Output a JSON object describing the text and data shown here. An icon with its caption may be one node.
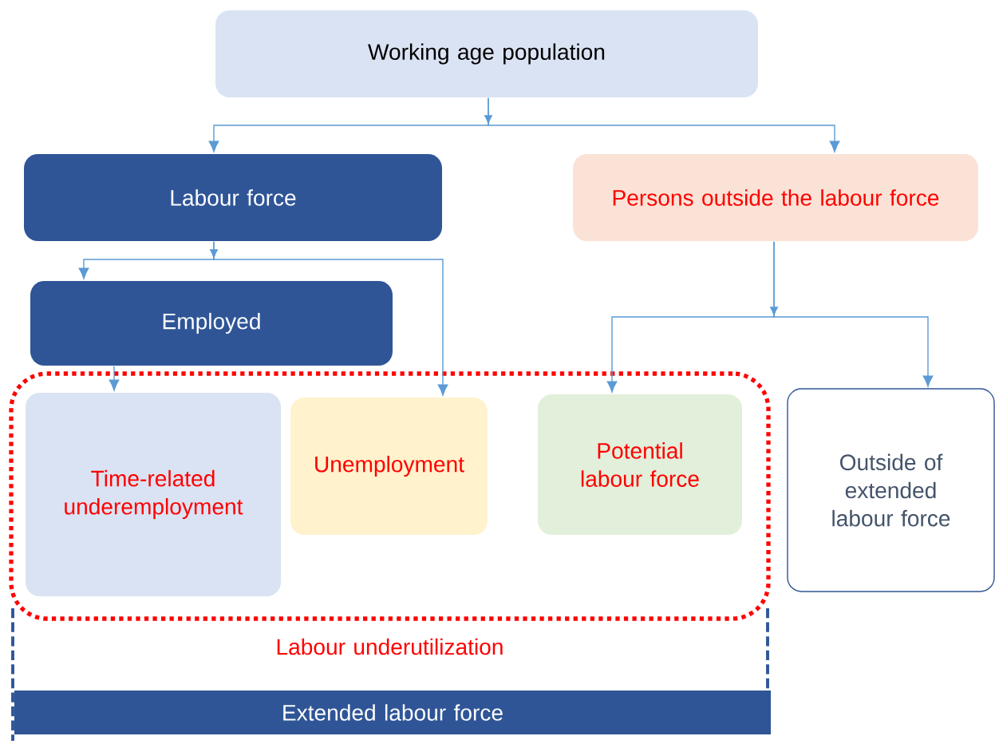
{
  "diagram": {
    "nodes": [
      {
        "text": [
          "Working age population"
        ]
      },
      {
        "text": [
          "Labour force"
        ]
      },
      {
        "text": [
          "Persons outside the labour force"
        ]
      },
      {
        "text": [
          "Employed"
        ]
      },
      {
        "text": [
          "Labour underutilization"
        ]
      },
      {
        "text": [
          "Time-related underemployment"
        ],
        "in": 4
      },
      {
        "text": [
          "Unemployment"
        ],
        "in": 4
      },
      {
        "text": [
          "Potential labour force"
        ],
        "in": 4
      },
      {
        "text": [
          "Outside of extended labour force"
        ]
      },
      {
        "text": [
          "Extended labour force"
        ]
      }
    ],
    "edges": [
      {
        "from": 0,
        "to": 1,
        "arrow": "to"
      },
      {
        "from": 0,
        "to": 2,
        "arrow": "to"
      },
      {
        "from": 1,
        "to": 3,
        "arrow": "to"
      },
      {
        "from": 1,
        "to": 6,
        "arrow": "to"
      },
      {
        "from": 3,
        "to": 5,
        "arrow": "to"
      },
      {
        "from": 2,
        "to": 7,
        "arrow": "to"
      },
      {
        "from": 2,
        "to": 8,
        "arrow": "to"
      }
    ]
  }
}
